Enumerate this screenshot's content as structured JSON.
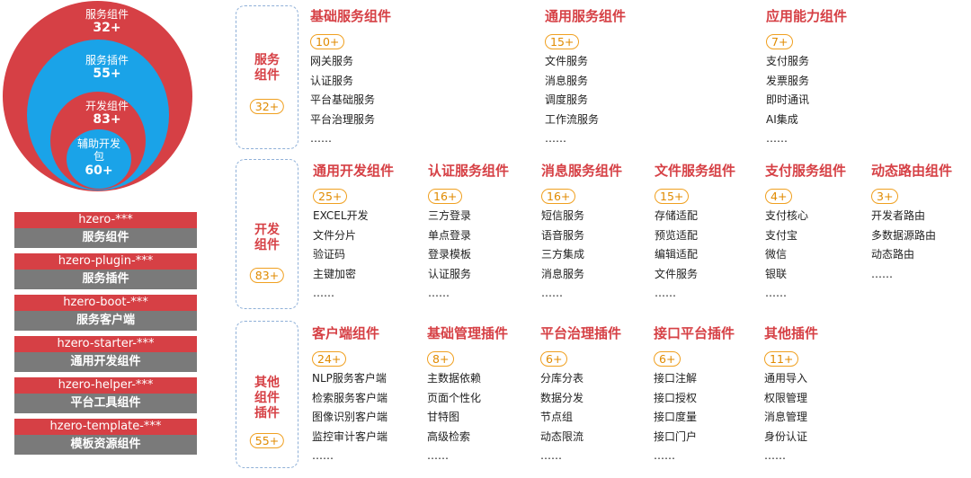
{
  "circles": [
    {
      "name": "服务组件",
      "count": "32+",
      "color": "#d64045"
    },
    {
      "name": "服务插件",
      "count": "55+",
      "color": "#1aa3e8"
    },
    {
      "name": "开发组件",
      "count": "83+",
      "color": "#d64045"
    },
    {
      "name": "辅助开发包",
      "count": "60+",
      "color": "#1aa3e8"
    }
  ],
  "stack": [
    {
      "pkg": "hzero-***",
      "label": "服务组件"
    },
    {
      "pkg": "hzero-plugin-***",
      "label": "服务插件"
    },
    {
      "pkg": "hzero-boot-***",
      "label": "服务客户端"
    },
    {
      "pkg": "hzero-starter-***",
      "label": "通用开发组件"
    },
    {
      "pkg": "hzero-helper-***",
      "label": "平台工具组件"
    },
    {
      "pkg": "hzero-template-***",
      "label": "模板资源组件"
    }
  ],
  "sections": [
    {
      "title_lines": [
        "服务",
        "组件"
      ],
      "count": "32+",
      "groups": [
        {
          "title": "基础服务组件",
          "count": "10+",
          "items": [
            "网关服务",
            "认证服务",
            "平台基础服务",
            "平台治理服务",
            "……"
          ]
        },
        {
          "title": "通用服务组件",
          "count": "15+",
          "items": [
            "文件服务",
            "消息服务",
            "调度服务",
            "工作流服务",
            "……"
          ]
        },
        {
          "title": "应用能力组件",
          "count": "7+",
          "items": [
            "支付服务",
            "发票服务",
            "即时通讯",
            "AI集成",
            "……"
          ]
        }
      ]
    },
    {
      "title_lines": [
        "开发",
        "组件"
      ],
      "count": "83+",
      "groups": [
        {
          "title": "通用开发组件",
          "count": "25+",
          "items": [
            "EXCEL开发",
            "文件分片",
            "验证码",
            "主键加密",
            "……"
          ]
        },
        {
          "title": "认证服务组件",
          "count": "16+",
          "items": [
            "三方登录",
            "单点登录",
            "登录模板",
            "认证服务",
            "……"
          ]
        },
        {
          "title": "消息服务组件",
          "count": "16+",
          "items": [
            "短信服务",
            "语音服务",
            "三方集成",
            "消息服务",
            "……"
          ]
        },
        {
          "title": "文件服务组件",
          "count": "15+",
          "items": [
            "存储适配",
            "预览适配",
            "编辑适配",
            "文件服务",
            "……"
          ]
        },
        {
          "title": "支付服务组件",
          "count": "4+",
          "items": [
            "支付核心",
            "支付宝",
            "微信",
            "银联",
            "……"
          ]
        },
        {
          "title": "动态路由组件",
          "count": "3+",
          "items": [
            "开发者路由",
            "多数据源路由",
            "动态路由",
            "……"
          ]
        }
      ]
    },
    {
      "title_lines": [
        "其他",
        "组件",
        "插件"
      ],
      "count": "55+",
      "groups": [
        {
          "title": "客户端组件",
          "count": "24+",
          "items": [
            "NLP服务客户端",
            "检索服务客户端",
            "图像识别客户端",
            "监控审计客户端",
            "……"
          ]
        },
        {
          "title": "基础管理插件",
          "count": "8+",
          "items": [
            "主数据依赖",
            "页面个性化",
            "甘特图",
            "高级检索",
            "……"
          ]
        },
        {
          "title": "平台治理插件",
          "count": "6+",
          "items": [
            "分库分表",
            "数据分发",
            "节点组",
            "动态限流",
            "……"
          ]
        },
        {
          "title": "接口平台插件",
          "count": "6+",
          "items": [
            "接口注解",
            "接口授权",
            "接口度量",
            "接口门户",
            "……"
          ]
        },
        {
          "title": "其他插件",
          "count": "11+",
          "items": [
            "通用导入",
            "权限管理",
            "消息管理",
            "身份认证",
            "……"
          ]
        }
      ]
    }
  ]
}
